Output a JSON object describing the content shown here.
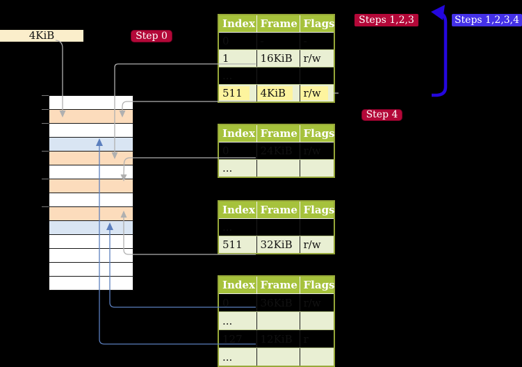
{
  "colors": {
    "background": "#000000",
    "table_header_bg": "#a6c23c",
    "table_row_shaded": "#e9efd3",
    "highlight_yellow": "#fdf49e",
    "strip_peach": "#fcdcbc",
    "strip_blue": "#d9e5f3",
    "label_cream_bg": "#fbeecb",
    "badge_red_bg": "#b30838",
    "badge_blue_bg": "#4431e8",
    "connector_gray": "#b0b0b0",
    "connector_blue": "#5b7fbe",
    "arrow_blue": "#2407dd"
  },
  "labels": {
    "page_size": "4KiB",
    "step0": "Step 0",
    "steps123": "Steps 1,2,3",
    "steps1234": "Steps 1,2,3,4",
    "step4": "Step 4"
  },
  "tables": [
    {
      "headers": [
        "Index",
        "Frame",
        "Flags"
      ],
      "rows": [
        {
          "cells": [
            "0",
            "-",
            "-"
          ],
          "shaded": false,
          "highlight": false
        },
        {
          "cells": [
            "1",
            "16KiB",
            "r/w"
          ],
          "shaded": true,
          "highlight": false
        },
        {
          "cells": [
            "...",
            "",
            ""
          ],
          "shaded": false,
          "highlight": false
        },
        {
          "cells": [
            "511",
            "4KiB",
            "r/w"
          ],
          "shaded": true,
          "highlight": true
        }
      ]
    },
    {
      "headers": [
        "Index",
        "Frame",
        "Flags"
      ],
      "rows": [
        {
          "cells": [
            "0",
            "24KiB",
            "r/w"
          ],
          "shaded": false,
          "highlight": false
        },
        {
          "cells": [
            "...",
            "",
            ""
          ],
          "shaded": true,
          "highlight": false
        }
      ]
    },
    {
      "headers": [
        "Index",
        "Frame",
        "Flags"
      ],
      "rows": [
        {
          "cells": [
            "...",
            "",
            ""
          ],
          "shaded": false,
          "highlight": false
        },
        {
          "cells": [
            "511",
            "32KiB",
            "r/w"
          ],
          "shaded": true,
          "highlight": false
        }
      ]
    },
    {
      "headers": [
        "Index",
        "Frame",
        "Flags"
      ],
      "rows": [
        {
          "cells": [
            "0",
            "36KiB",
            "r/w"
          ],
          "shaded": false,
          "highlight": false
        },
        {
          "cells": [
            "...",
            "",
            ""
          ],
          "shaded": true,
          "highlight": false
        },
        {
          "cells": [
            "127",
            "12KiB",
            "r"
          ],
          "shaded": false,
          "highlight": false
        },
        {
          "cells": [
            "...",
            "",
            ""
          ],
          "shaded": true,
          "highlight": false
        }
      ]
    }
  ],
  "memory_strip": {
    "row_colors": [
      "white",
      "peach",
      "white",
      "blue",
      "peach",
      "white",
      "peach",
      "white",
      "peach",
      "blue",
      "white",
      "white",
      "white",
      "white"
    ],
    "tick_row_indices": [
      0,
      1,
      2,
      4,
      6,
      8
    ]
  }
}
